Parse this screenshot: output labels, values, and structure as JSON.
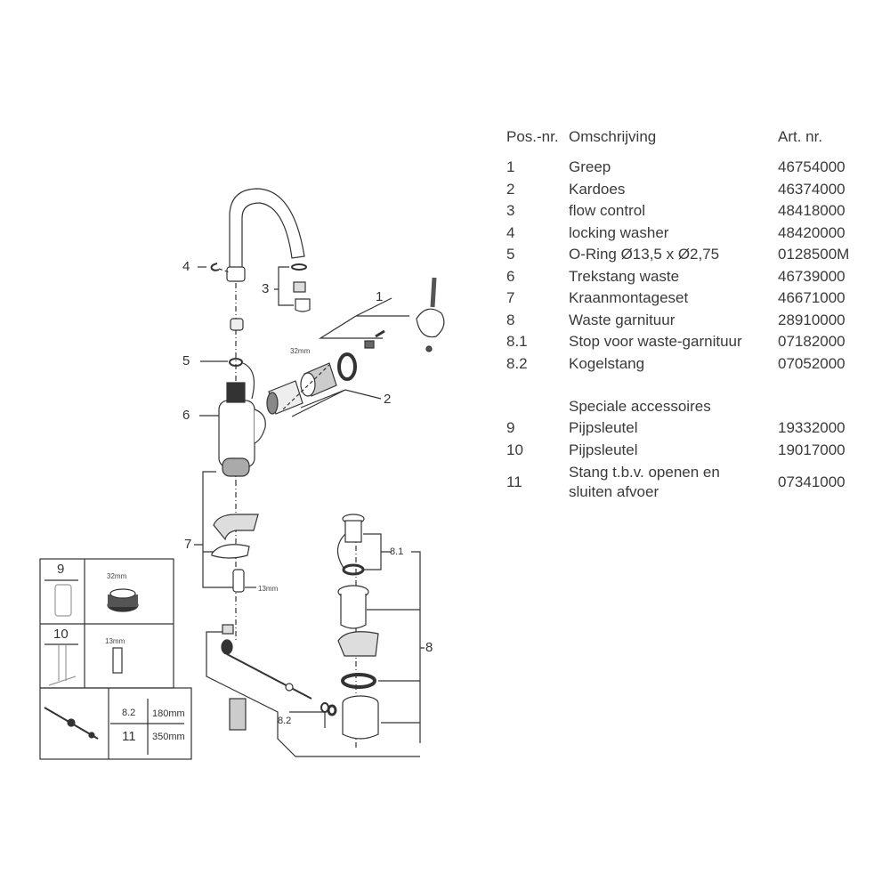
{
  "table": {
    "headers": {
      "pos": "Pos.-nr.",
      "desc": "Omschrijving",
      "art": "Art. nr."
    },
    "rows": [
      {
        "pos": "1",
        "desc": "Greep",
        "art": "46754000"
      },
      {
        "pos": "2",
        "desc": "Kardoes",
        "art": "46374000"
      },
      {
        "pos": "3",
        "desc": "flow control",
        "art": "48418000"
      },
      {
        "pos": "4",
        "desc": "locking washer",
        "art": "48420000"
      },
      {
        "pos": "5",
        "desc": "O-Ring Ø13,5 x Ø2,75",
        "art": "0128500M"
      },
      {
        "pos": "6",
        "desc": "Trekstang waste",
        "art": "46739000"
      },
      {
        "pos": "7",
        "desc": "Kraanmontageset",
        "art": "46671000"
      },
      {
        "pos": "8",
        "desc": "Waste garnituur",
        "art": "28910000"
      },
      {
        "pos": "8.1",
        "desc": "Stop voor waste-garnituur",
        "art": "07182000"
      },
      {
        "pos": "8.2",
        "desc": "Kogelstang",
        "art": "07052000"
      }
    ],
    "accessories_heading": "Speciale accessoires",
    "accessories": [
      {
        "pos": "9",
        "desc": "Pijpsleutel",
        "art": "19332000"
      },
      {
        "pos": "10",
        "desc": "Pijpsleutel",
        "art": "19017000"
      },
      {
        "pos": "11",
        "desc_line1": "Stang t.b.v. openen en",
        "desc_line2": "sluiten afvoer",
        "art": "07341000"
      }
    ]
  },
  "diagram": {
    "callouts": {
      "c1": "1",
      "c2": "2",
      "c3": "3",
      "c4": "4",
      "c5": "5",
      "c6": "6",
      "c7": "7",
      "c8": "8",
      "c81": "8.1",
      "c82": "8.2"
    },
    "dim_32": "32mm",
    "dim_13": "13mm"
  },
  "inset": {
    "tool9": "9",
    "tool9_size": "32mm",
    "tool10": "10",
    "tool10_size": "13mm",
    "rods": [
      {
        "pos": "8.2",
        "length": "180mm"
      },
      {
        "pos": "11",
        "length": "350mm"
      }
    ]
  }
}
